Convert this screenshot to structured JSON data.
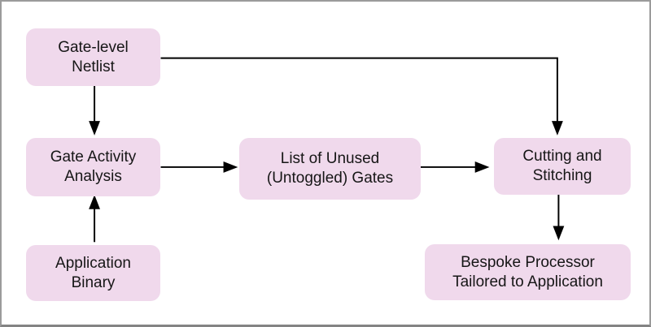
{
  "window": {
    "background": "#ffffff",
    "frame_border_color": "#9b9b9b"
  },
  "diagram": {
    "type": "flowchart",
    "node_fill_color": "#f0d9ec",
    "node_text_color": "#161616",
    "arrow_color": "#000000",
    "nodes": [
      {
        "id": "gate-level-netlist",
        "label": "Gate-level\nNetlist"
      },
      {
        "id": "gate-activity-analysis",
        "label": "Gate Activity\nAnalysis"
      },
      {
        "id": "application-binary",
        "label": "Application\nBinary"
      },
      {
        "id": "list-of-unused-gates",
        "label": "List of Unused\n(Untoggled) Gates"
      },
      {
        "id": "cutting-and-stitching",
        "label": "Cutting and\nStitching"
      },
      {
        "id": "bespoke-processor",
        "label": "Bespoke Processor\nTailored to Application"
      }
    ],
    "edges": [
      {
        "from": "gate-level-netlist",
        "to": "gate-activity-analysis"
      },
      {
        "from": "gate-level-netlist",
        "to": "cutting-and-stitching"
      },
      {
        "from": "application-binary",
        "to": "gate-activity-analysis"
      },
      {
        "from": "gate-activity-analysis",
        "to": "list-of-unused-gates"
      },
      {
        "from": "list-of-unused-gates",
        "to": "cutting-and-stitching"
      },
      {
        "from": "cutting-and-stitching",
        "to": "bespoke-processor"
      }
    ]
  }
}
